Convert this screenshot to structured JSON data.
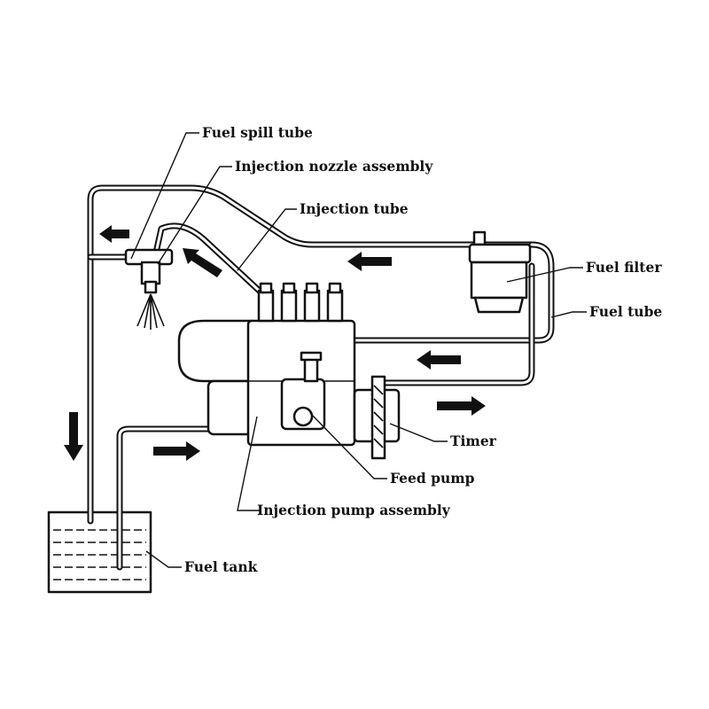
{
  "labels": {
    "fuel_spill_tube": "Fuel spill tube",
    "injection_nozzle_assembly": "Injection nozzle assembly",
    "injection_tube": "Injection tube",
    "fuel_filter": "Fuel filter",
    "fuel_tube": "Fuel tube",
    "timer": "Timer",
    "feed_pump": "Feed pump",
    "injection_pump_assembly": "Injection pump assembly",
    "fuel_tank": "Fuel tank"
  },
  "colors": {
    "ink": "#111111",
    "paper": "#ffffff"
  }
}
